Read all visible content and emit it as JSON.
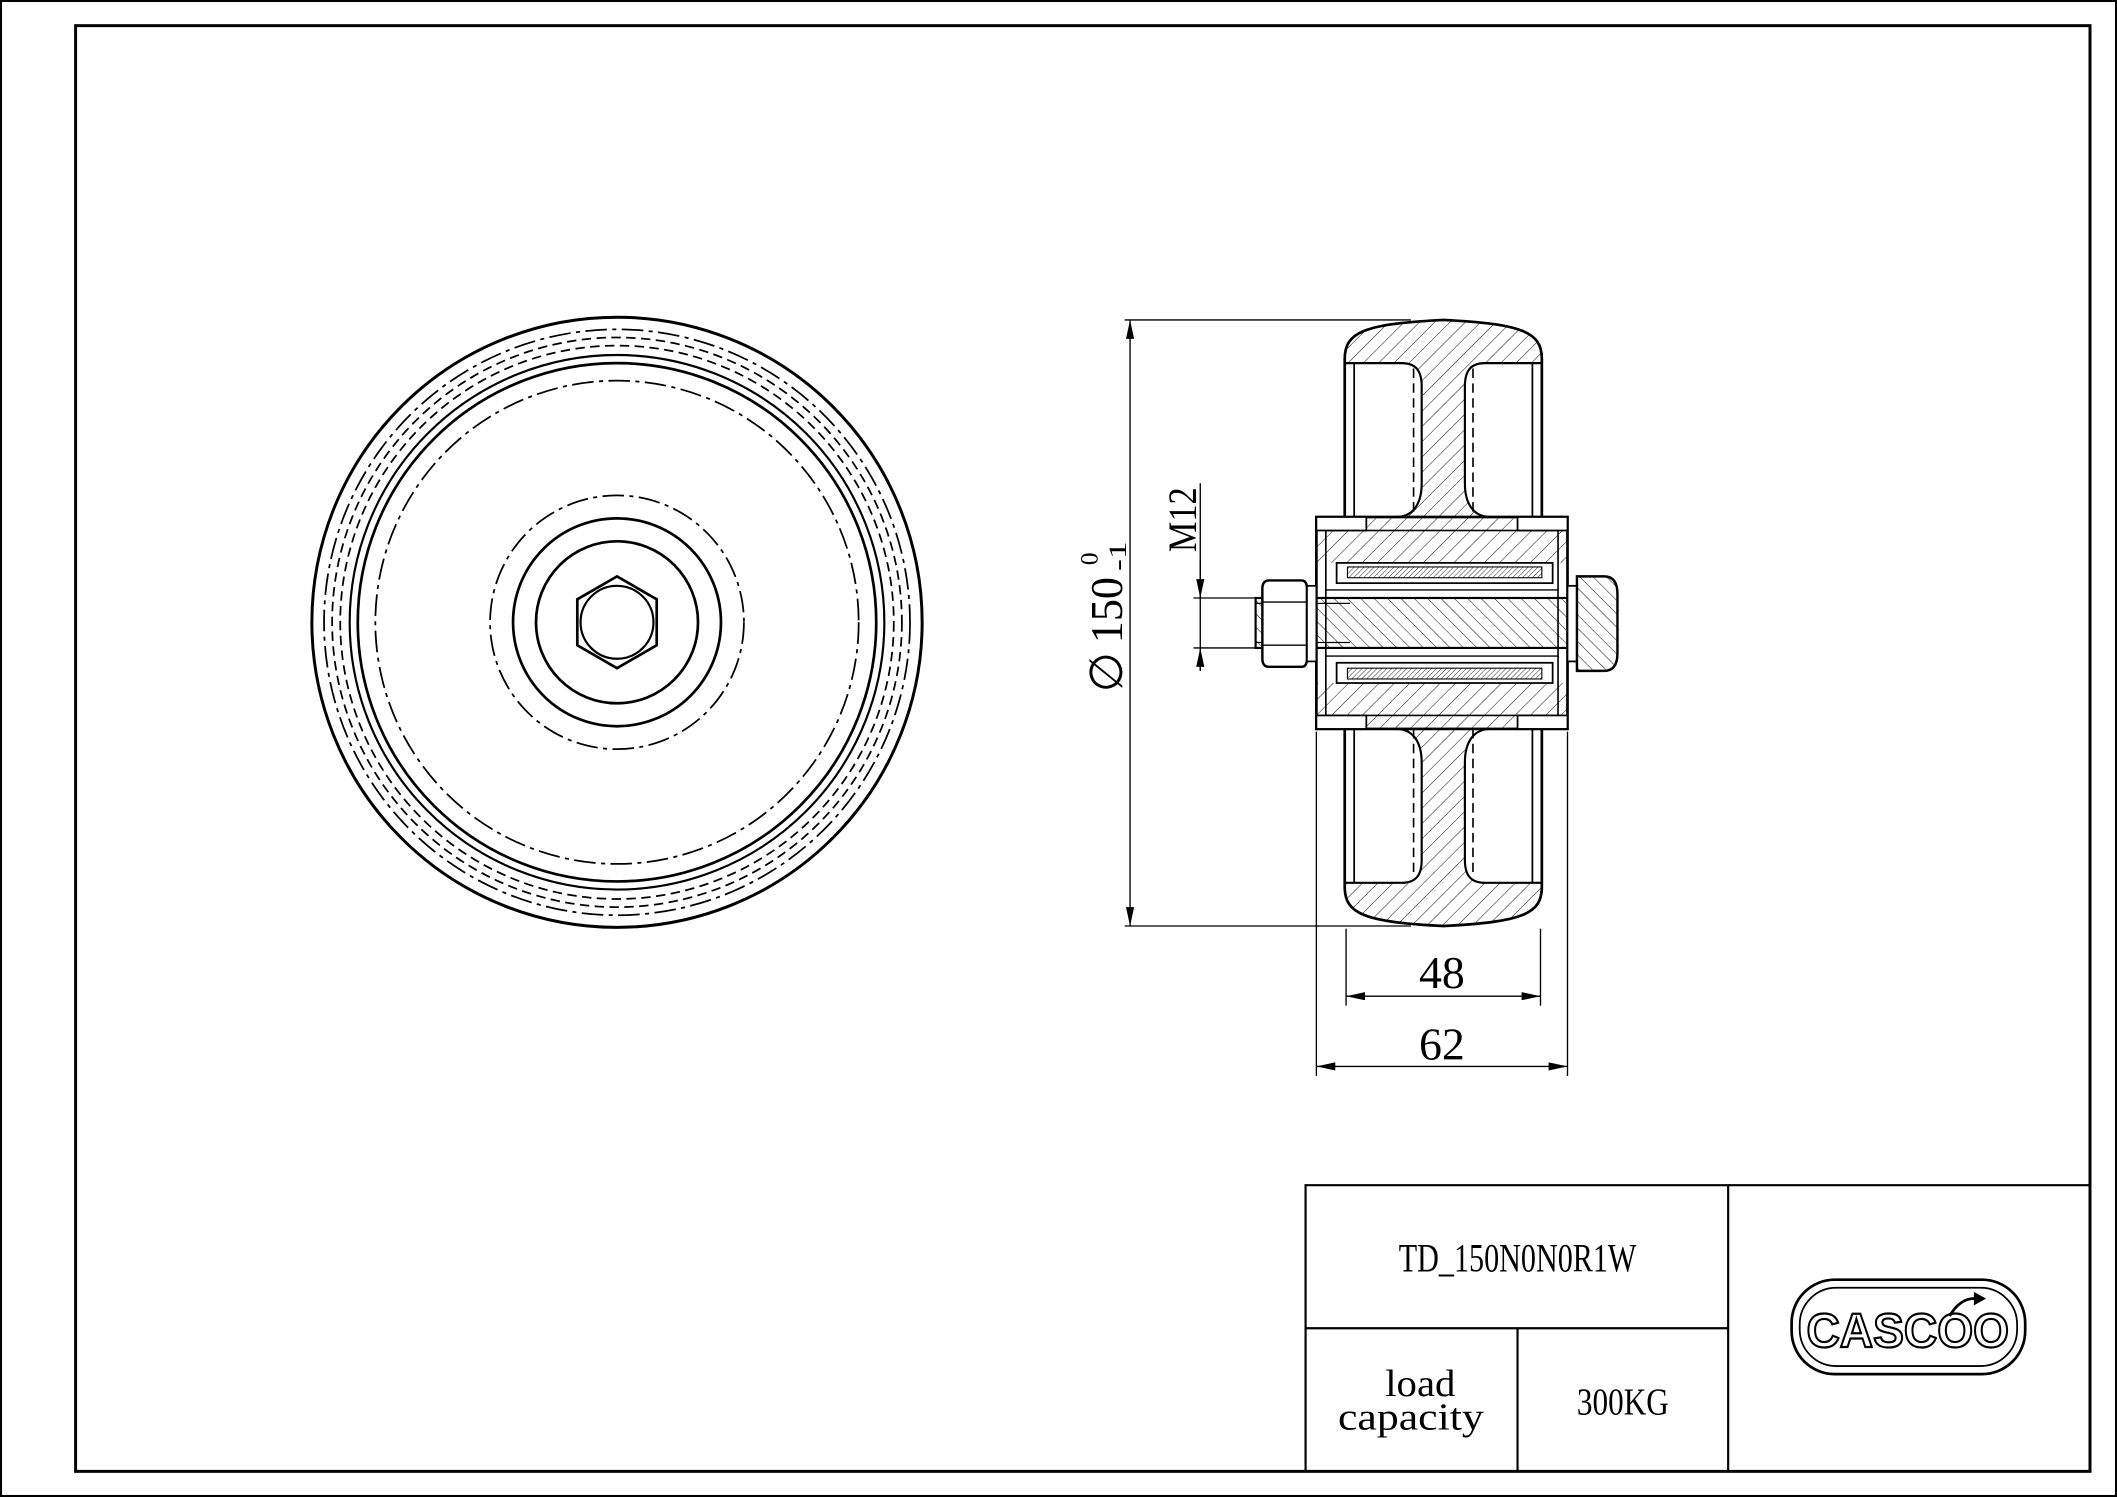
{
  "drawing": {
    "line_color": "#000000",
    "paper_color": "#ffffff"
  },
  "dimensions": {
    "diameter": {
      "symbol": "∅",
      "value": "150",
      "upper_tolerance": "0",
      "lower_tolerance": "-1"
    },
    "thread": "M12",
    "tire_width": "48",
    "overall_width": "62"
  },
  "title_block": {
    "part_number": "TD_150N0N0R1W",
    "load_label_line1": "load",
    "load_label_line2": "capacity",
    "load_value": "300KG",
    "logo_text": "CASCOO"
  }
}
